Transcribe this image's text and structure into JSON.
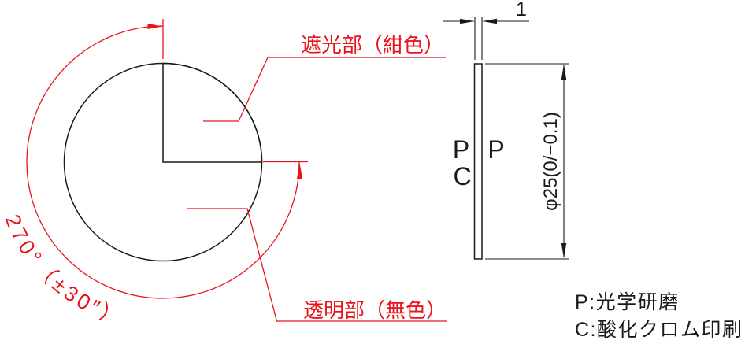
{
  "front_view": {
    "angle_dimension": "270°（±30″）",
    "shading_label": "遮光部（紺色）",
    "transparent_label": "透明部（無色）"
  },
  "side_view": {
    "thickness_dimension": "1",
    "diameter_dimension": "φ25(0/−0.1)",
    "surfaces": {
      "left_top": "P",
      "left_bottom": "C",
      "right": "P"
    }
  },
  "legend": {
    "p_definition": "P:光学研磨",
    "c_definition": "C:酸化クロム印刷"
  },
  "colors": {
    "annotation_red": "#e8141a",
    "line_black": "#1a1a1a"
  }
}
